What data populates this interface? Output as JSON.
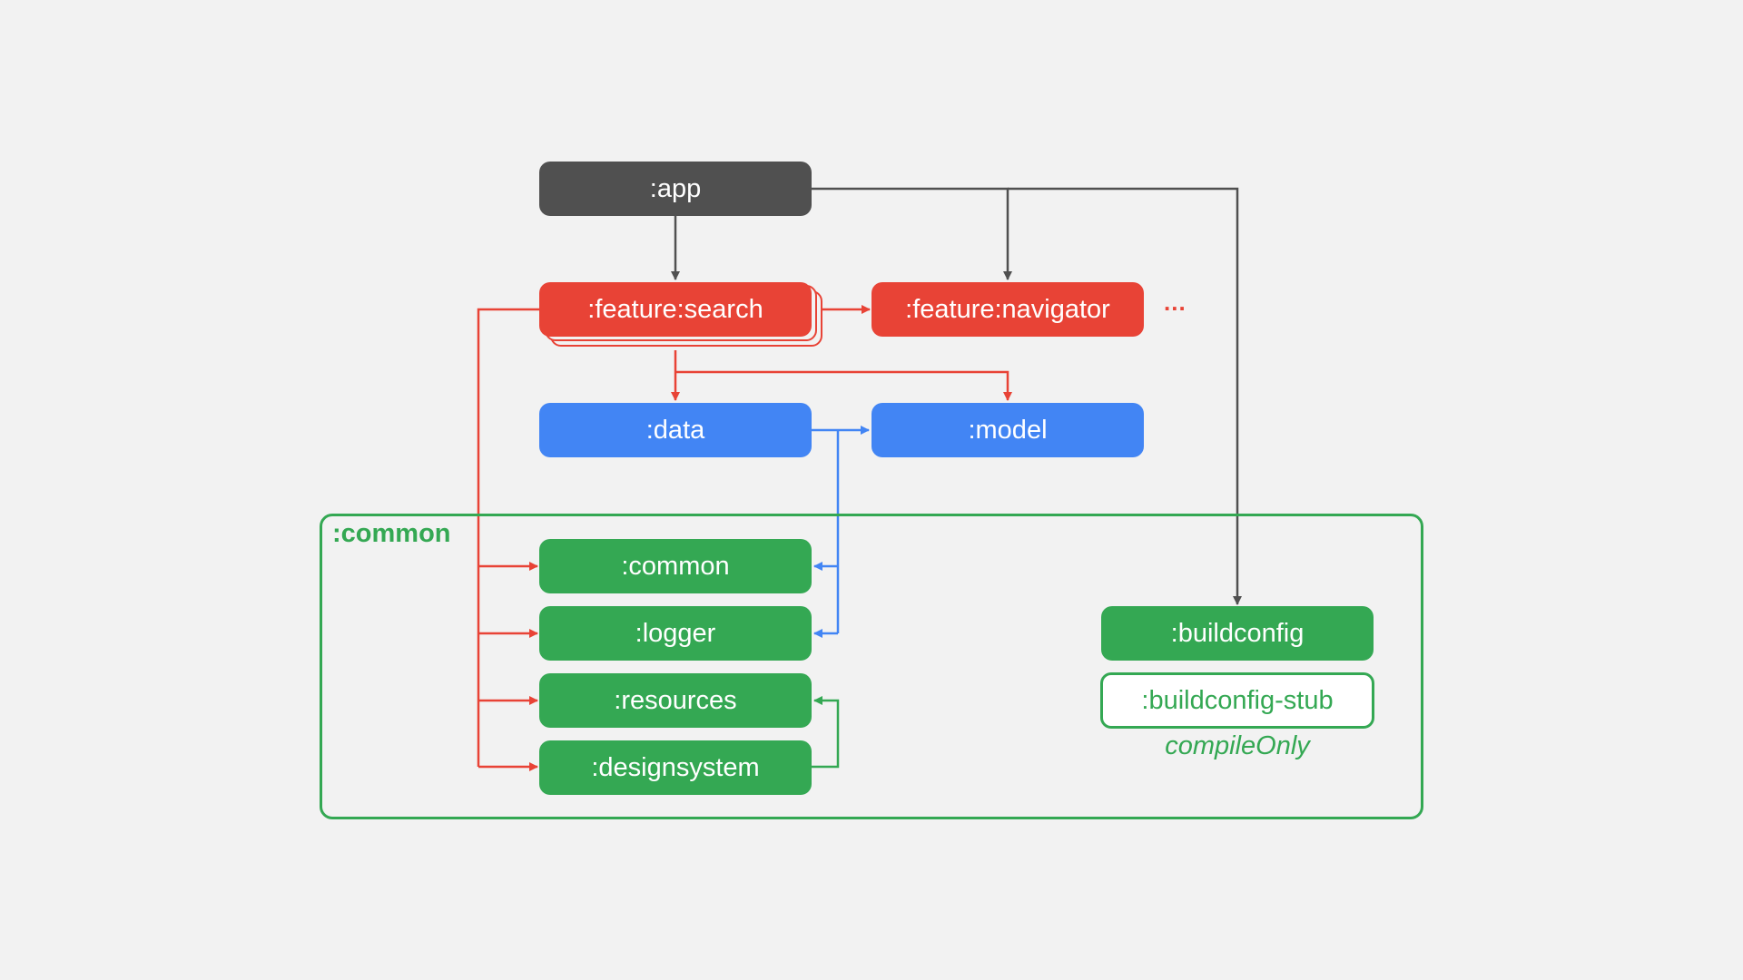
{
  "colors": {
    "background": "#f2f2f2",
    "app": "#505050",
    "feature": "#e84336",
    "data_layer": "#4285f4",
    "common_layer": "#34a853"
  },
  "nodes": {
    "app": ":app",
    "feature_search": ":feature:search",
    "feature_navigator": ":feature:navigator",
    "more_features": "...",
    "data": ":data",
    "model": ":model",
    "common": ":common",
    "logger": ":logger",
    "resources": ":resources",
    "designsystem": ":designsystem",
    "buildconfig": ":buildconfig",
    "buildconfig_stub": ":buildconfig-stub"
  },
  "group": {
    "label": ":common"
  },
  "note": {
    "compile_only": "compileOnly"
  }
}
